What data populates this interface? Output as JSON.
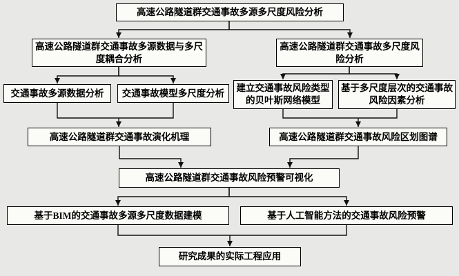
{
  "figure": {
    "type": "flowchart",
    "colors": {
      "background": "#e8e8e6",
      "box_fill": "#fbfbf8",
      "box_border": "#000000",
      "line": "#111111"
    }
  },
  "nodes": {
    "root": {
      "text": "高速公路隧道群交通事故多源多尺度风险分析"
    },
    "branch_left": {
      "text": "高速公路隧道群交通事故多源数据与多尺度耦合分析"
    },
    "branch_right": {
      "text": "高速公路隧道群交通事故多尺度风险分析"
    },
    "multi_source_data": {
      "text": "交通事故多源数据分析"
    },
    "multi_scale_model": {
      "text": "交通事故模型多尺度分析"
    },
    "bayes_model": {
      "text": "建立交通事故风险类型的贝叶斯网络模型"
    },
    "risk_factors": {
      "text": "基于多尺度层次的交通事故风险因素分析"
    },
    "evolution": {
      "text": "高速公路隧道群交通事故演化机理"
    },
    "zoning_map": {
      "text": "高速公路隧道群交通事故风险区划图谱"
    },
    "warning_vis": {
      "text": "高速公路隧道群交通事故风险预警可视化"
    },
    "bim_modeling": {
      "text": "基于BIM的交通事故多源多尺度数据建模"
    },
    "ai_warning": {
      "text": "基于人工智能方法的交通事故风险预警"
    },
    "application": {
      "text": "研究成果的实际工程应用"
    }
  }
}
